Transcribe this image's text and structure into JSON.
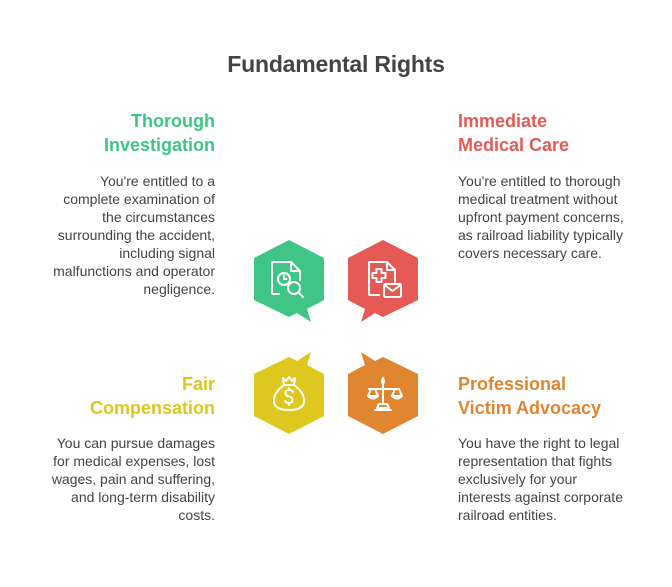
{
  "title": "Fundamental Rights",
  "colors": {
    "green": "#3fc585",
    "red": "#e55a55",
    "yellow": "#dec820",
    "orange": "#e08530",
    "text": "#444444"
  },
  "items": [
    {
      "heading_line1": "Thorough",
      "heading_line2": "Investigation",
      "description": "You're entitled to a complete examination of the circumstances surrounding the accident, including signal malfunctions and operator negligence.",
      "icon": "document-clock-search-icon",
      "color": "#3fc585"
    },
    {
      "heading_line1": "Immediate",
      "heading_line2": "Medical Care",
      "description": "You're entitled to thorough medical treatment without upfront payment concerns, as railroad liability typically covers necessary care.",
      "icon": "medical-document-mail-icon",
      "color": "#e55a55"
    },
    {
      "heading_line1": "Fair",
      "heading_line2": "Compensation",
      "description": "You can pursue damages for medical expenses, lost wages, pain and suffering, and long-term disability costs.",
      "icon": "money-bag-icon",
      "color": "#dec820"
    },
    {
      "heading_line1": "Professional",
      "heading_line2": "Victim Advocacy",
      "description": "You have the right to legal representation that fights exclusively for your interests against corporate railroad entities.",
      "icon": "scales-of-justice-icon",
      "color": "#e08530"
    }
  ]
}
